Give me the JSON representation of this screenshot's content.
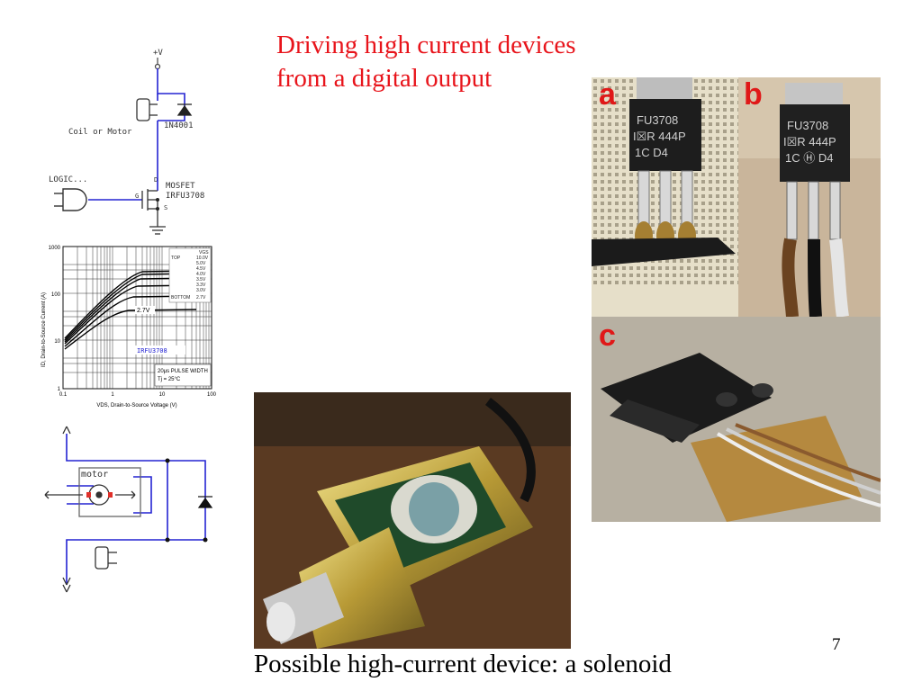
{
  "slide": {
    "title_lines": [
      "Driving high current devices",
      "from a digital output"
    ],
    "caption": "Possible high-current device: a solenoid",
    "page_number": "7"
  },
  "circuit": {
    "supply": "+V",
    "coil_label": "Coil or Motor",
    "diode": "1N4001",
    "logic": "LOGIC...",
    "mosfet_type": "MOSFET",
    "mosfet_part": "IRFU3708",
    "gate": "G",
    "drain": "D",
    "source": "S"
  },
  "graph": {
    "ylabel": "ID, Drain-to-Source Current (A)",
    "xlabel": "VDS, Drain-to-Source Voltage (V)",
    "yticks": [
      "1000",
      "100",
      "10",
      "1"
    ],
    "xticks": [
      "0.1",
      "1",
      "10",
      "100"
    ],
    "legend_header": "VGS",
    "legend_top": "TOP",
    "legend_bottom": "BOTTOM",
    "vgs_values": [
      "10.0V",
      "5.0V",
      "4.5V",
      "4.0V",
      "3.5V",
      "3.3V",
      "3.0V",
      "2.7V"
    ],
    "curve_label": "2.7V",
    "part": "IRFU3708",
    "pulse": "20µs PULSE WIDTH",
    "temp": "Tj = 25°C"
  },
  "motor": {
    "label": "motor"
  },
  "photos": {
    "label_a": "a",
    "label_b": "b",
    "label_c": "c",
    "chip_line1": "FU3708",
    "chip_line2_a": "I☒R 444P",
    "chip_line3_a": "1C    D4",
    "chip_line2_b": "I☒R 444P",
    "chip_line3_b": "1C  Ⓗ  D4"
  },
  "colors": {
    "title": "#e8141b",
    "wire": "#2323d2",
    "label_letter": "#e01818"
  }
}
